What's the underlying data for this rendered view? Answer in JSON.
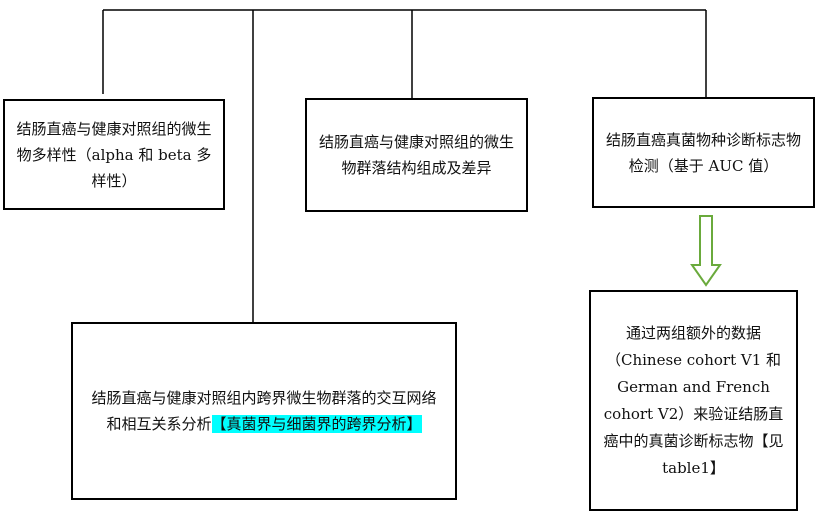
{
  "boxes": {
    "alpha_beta": "结肠直癌与健康对照组的微生物多样性（alpha 和 beta 多样性）",
    "community": "结肠直癌与健康对照组的微生物群落结构组成及差异",
    "auc": "结肠直癌真菌物种诊断标志物检测（基于 AUC 值）",
    "network_plain": "结肠直癌与健康对照组内跨界微生物群落的交互网络和相互关系分析",
    "network_highlight": "【真菌界与细菌界的跨界分析】",
    "validation": "通过两组额外的数据（Chinese cohort V1 和 German and French cohort V2）来验证结肠直癌中的真菌诊断标志物【见 table1】"
  },
  "colors": {
    "line": "#000000",
    "arrow_outline": "#6aaa3c",
    "highlight": "#00ffff"
  }
}
